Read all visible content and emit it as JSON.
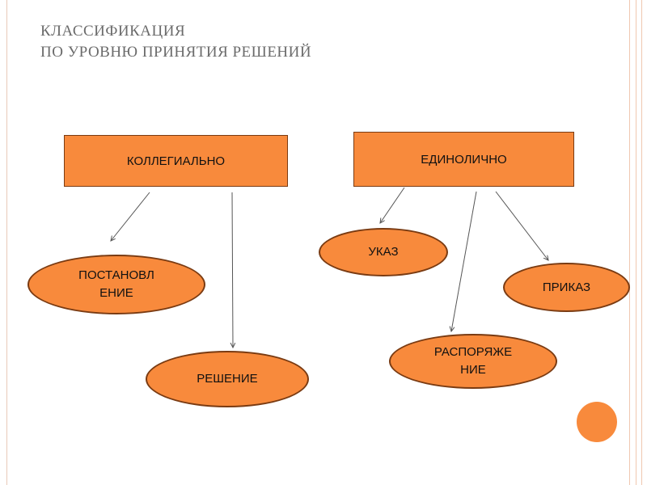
{
  "title": {
    "line1": "КЛАССИФИКАЦИЯ",
    "line2": "ПО УРОВНЮ ПРИНЯТИЯ РЕШЕНИЙ"
  },
  "nodes": {
    "collegial": "КОЛЛЕГИАЛЬНО",
    "individual": "ЕДИНОЛИЧНО",
    "resolution_line1": "ПОСТАНОВЛ",
    "resolution_line2": "ЕНИЕ",
    "decision": "РЕШЕНИЕ",
    "decree": "УКАЗ",
    "directive_line1": "РАСПОРЯЖЕ",
    "directive_line2": "НИЕ",
    "order": "ПРИКАЗ"
  },
  "colors": {
    "node_fill": "#f88a3c",
    "node_border": "#7a3b12",
    "title_text": "#6b6b6b",
    "connector": "#555555"
  }
}
